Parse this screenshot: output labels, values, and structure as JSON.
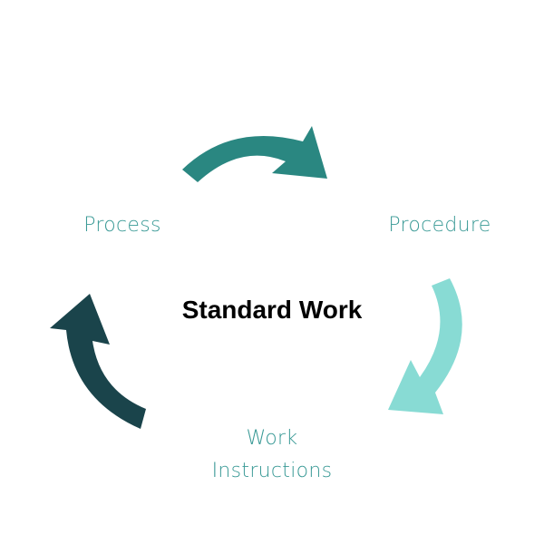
{
  "diagram": {
    "title": "Standard Work",
    "nodes": [
      {
        "id": "process",
        "label": "Process"
      },
      {
        "id": "procedure",
        "label": "Procedure"
      },
      {
        "id": "work_instructions",
        "label_line1": "Work",
        "label_line2": "Instructions"
      }
    ],
    "edges": [
      {
        "from": "process",
        "to": "procedure",
        "color": "#2a8781"
      },
      {
        "from": "procedure",
        "to": "work_instructions",
        "color": "#88dbd4"
      },
      {
        "from": "work_instructions",
        "to": "process",
        "color": "#1a444b"
      }
    ]
  },
  "colors": {
    "label_text": "#3a9a96",
    "center_text": "#000000",
    "arrow_top": "#2a8781",
    "arrow_right": "#88dbd4",
    "arrow_left": "#1a444b"
  }
}
